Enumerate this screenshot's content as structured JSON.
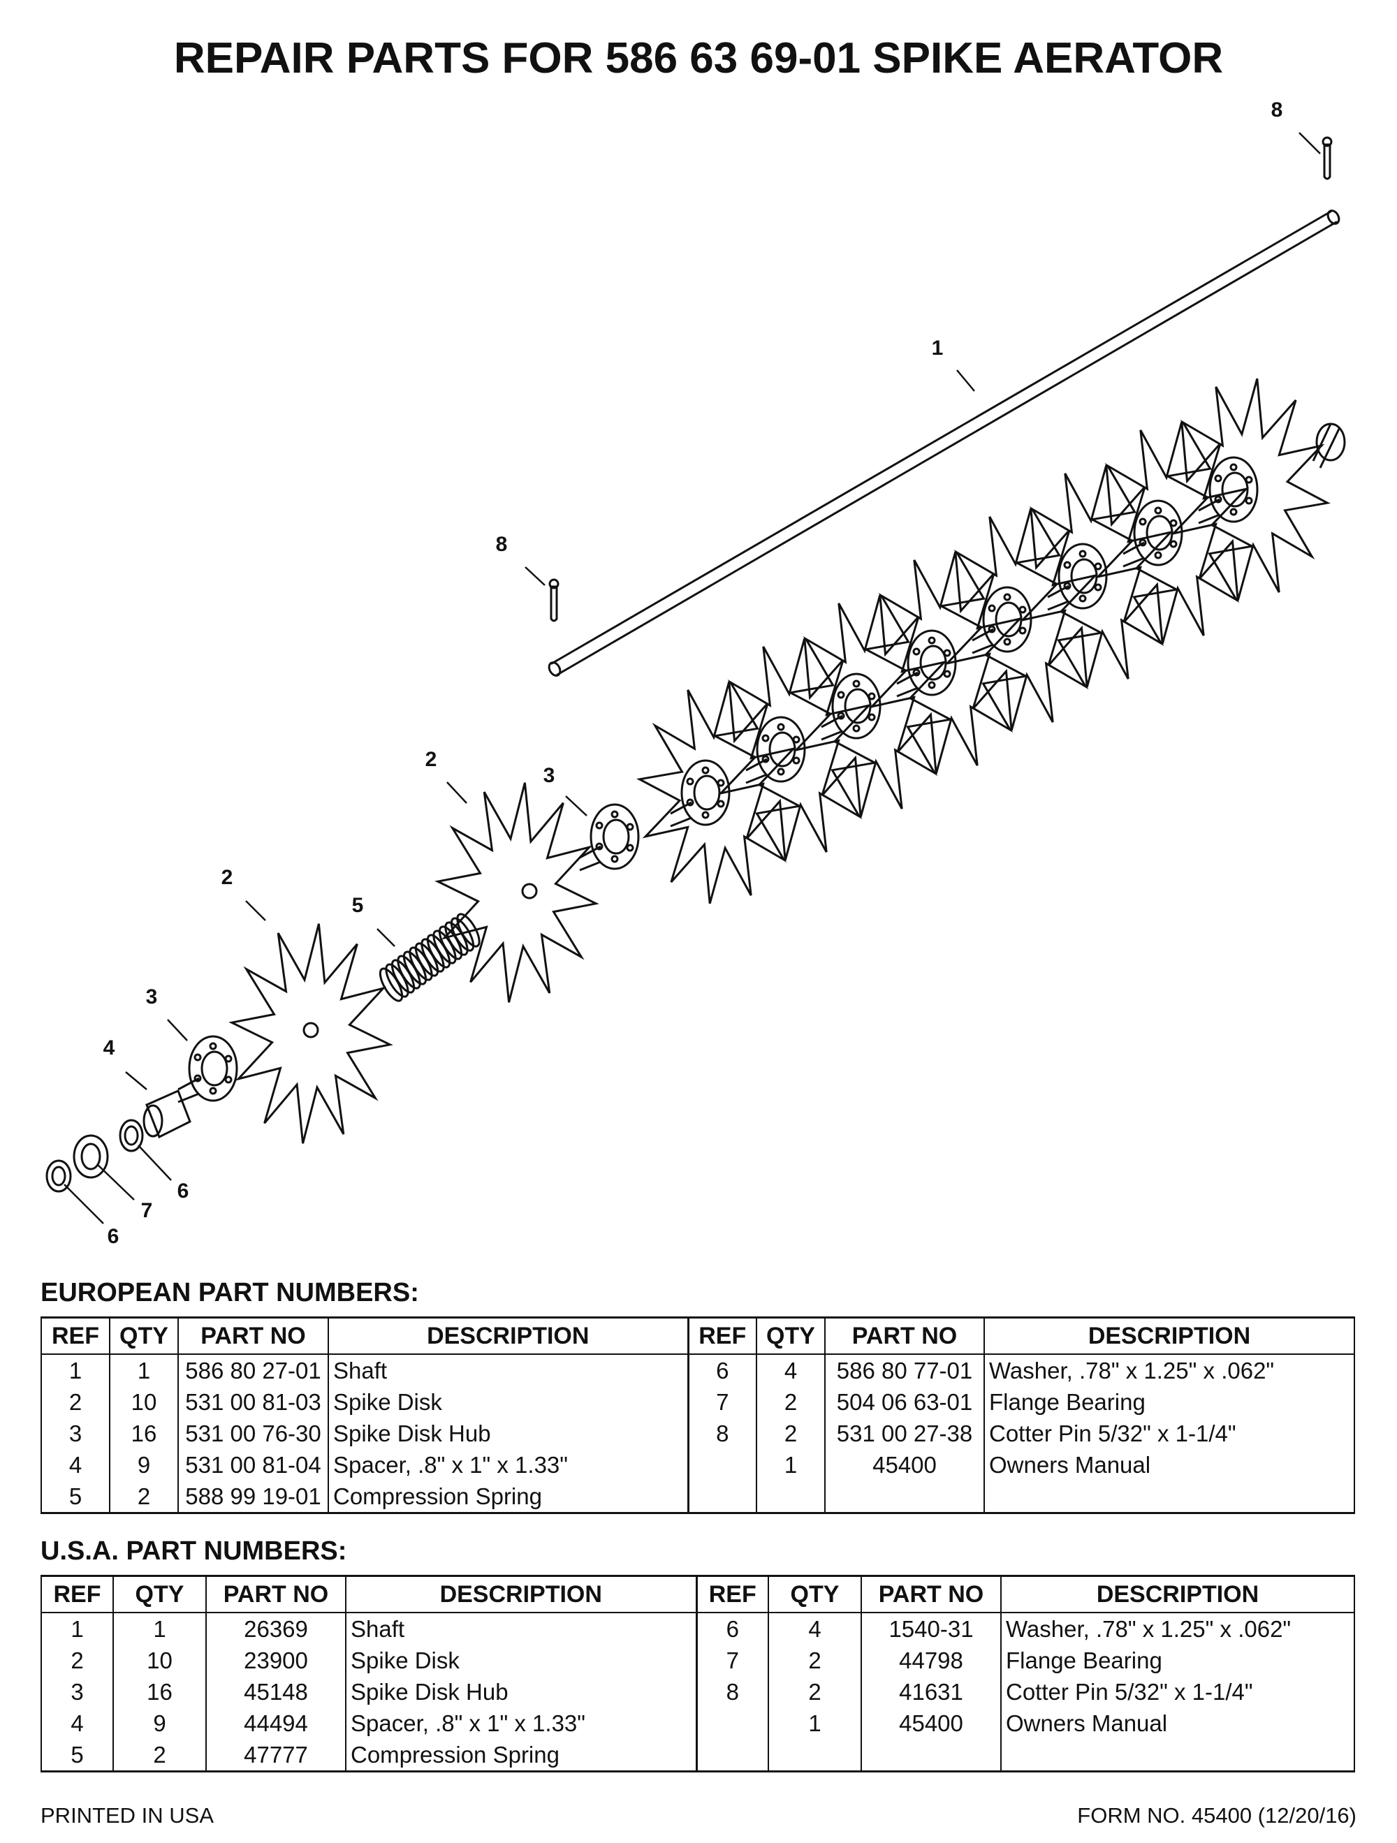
{
  "title": "REPAIR PARTS FOR 586 63 69-01 SPIKE AERATOR",
  "diagram": {
    "callouts": [
      "8",
      "1",
      "8",
      "2",
      "3",
      "2",
      "5",
      "3",
      "4",
      "6",
      "7",
      "6"
    ]
  },
  "european": {
    "heading": "EUROPEAN PART NUMBERS:",
    "columns": [
      "REF",
      "QTY",
      "PART NO",
      "DESCRIPTION",
      "REF",
      "QTY",
      "PART NO",
      "DESCRIPTION"
    ],
    "rows": [
      [
        "1",
        "1",
        "586 80 27-01",
        "Shaft",
        "6",
        "4",
        "586 80 77-01",
        "Washer, .78\" x 1.25\" x .062\""
      ],
      [
        "2",
        "10",
        "531 00 81-03",
        "Spike Disk",
        "7",
        "2",
        "504 06 63-01",
        "Flange Bearing"
      ],
      [
        "3",
        "16",
        "531 00 76-30",
        "Spike Disk Hub",
        "8",
        "2",
        "531 00 27-38",
        "Cotter Pin 5/32\" x 1-1/4\""
      ],
      [
        "4",
        "9",
        "531 00 81-04",
        "Spacer, .8\" x 1\" x 1.33\"",
        "",
        "1",
        "45400",
        "Owners Manual"
      ],
      [
        "5",
        "2",
        "588 99 19-01",
        "Compression Spring",
        "",
        "",
        "",
        ""
      ]
    ]
  },
  "usa": {
    "heading": "U.S.A. PART NUMBERS:",
    "columns": [
      "REF",
      "QTY",
      "PART NO",
      "DESCRIPTION",
      "REF",
      "QTY",
      "PART NO",
      "DESCRIPTION"
    ],
    "rows": [
      [
        "1",
        "1",
        "26369",
        "Shaft",
        "6",
        "4",
        "1540-31",
        "Washer, .78\" x 1.25\" x .062\""
      ],
      [
        "2",
        "10",
        "23900",
        "Spike Disk",
        "7",
        "2",
        "44798",
        "Flange Bearing"
      ],
      [
        "3",
        "16",
        "45148",
        "Spike Disk Hub",
        "8",
        "2",
        "41631",
        "Cotter Pin 5/32\" x 1-1/4\""
      ],
      [
        "4",
        "9",
        "44494",
        "Spacer, .8\" x 1\" x 1.33\"",
        "",
        "1",
        "45400",
        "Owners Manual"
      ],
      [
        "5",
        "2",
        "47777",
        "Compression Spring",
        "",
        "",
        "",
        ""
      ]
    ]
  },
  "footer": {
    "left": "PRINTED IN USA",
    "right": "FORM NO. 45400 (12/20/16)"
  }
}
